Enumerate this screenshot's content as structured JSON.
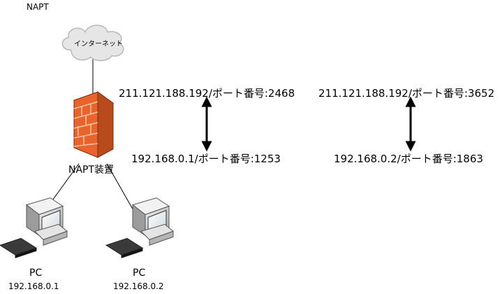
{
  "title": "NAPT",
  "internet_label": "インターネット",
  "napt_device_label": "NAPT装置",
  "pcs": [
    {
      "label": "PC",
      "ip": "192.168.0.1"
    },
    {
      "label": "PC",
      "ip": "192.168.0.2"
    }
  ],
  "mappings": [
    {
      "global": "211.121.188.192/ポート番号:2468",
      "local": "192.168.0.1/ポート番号:1253"
    },
    {
      "global": "211.121.188.192/ポート番号:3652",
      "local": "192.168.0.2/ポート番号:1863"
    }
  ],
  "icons": {
    "cloud": "cloud-icon",
    "firewall": "firewall-icon",
    "computer": "computer-icon",
    "arrow": "double-arrow-icon"
  },
  "colors": {
    "firewall_brick": "#e8642c",
    "firewall_light": "#f39a6c",
    "cloud_fill": "#e6e6e6",
    "computer_body": "#d9d9d9",
    "screen": "#ffffff",
    "line": "#000000"
  }
}
